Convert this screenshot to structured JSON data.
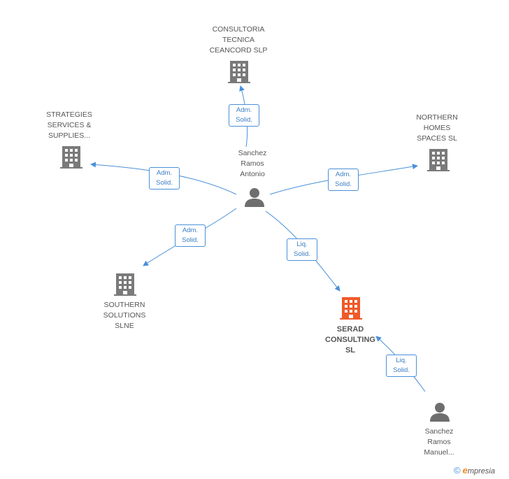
{
  "colors": {
    "edge": "#4a90d9",
    "company": "#7a7a7a",
    "company_main": "#f05a28",
    "person": "#6e6e6e"
  },
  "nodes": {
    "consultoria": {
      "label": "CONSULTORIA\nTECNICA\nCEANCORD SLP",
      "icon": "building-icon"
    },
    "strategies": {
      "label": "STRATEGIES\nSERVICES &\nSUPPLIES...",
      "icon": "building-icon"
    },
    "northern": {
      "label": "NORTHERN\nHOMES\nSPACES  SL",
      "icon": "building-icon"
    },
    "southern": {
      "label": "SOUTHERN\nSOLUTIONS\nSLNE",
      "icon": "building-icon"
    },
    "serad": {
      "label": "SERAD\nCONSULTING\nSL",
      "icon": "building-icon"
    },
    "antonio": {
      "label": "Sanchez\nRamos\nAntonio",
      "icon": "person-icon"
    },
    "manuel": {
      "label": "Sanchez\nRamos\nManuel...",
      "icon": "person-icon"
    }
  },
  "edges": {
    "to_consultoria": "Adm.\nSolid.",
    "to_strategies": "Adm.\nSolid.",
    "to_northern": "Adm.\nSolid.",
    "to_southern": "Adm.\nSolid.",
    "to_serad": "Liq.\nSolid.",
    "manuel_to_serad": "Liq.\nSolid."
  },
  "brand": {
    "copyright": "©",
    "e": "e",
    "rest": "mpresia"
  }
}
